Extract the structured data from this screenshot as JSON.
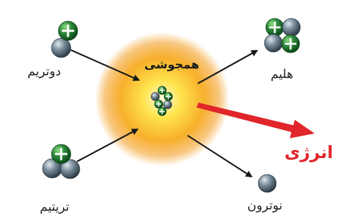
{
  "labels": {
    "deuterium": "دوتریم",
    "tritium": "تریتیم",
    "helium": "هلیم",
    "neutron": "نوترون",
    "fusion": "همجوشی",
    "energy": "انرژی"
  },
  "colors": {
    "proton": "#2e8b3e",
    "neutron_particle": "#6f8290",
    "glow_core": "#ffe44d",
    "glow_outer": "#f39b1c",
    "arrow": "#1a1a1a",
    "energy_arrow": "#e0262a",
    "energy_text": "#e0262a"
  },
  "icons": {
    "proton": "plus-sign",
    "neutron": "plain-sphere"
  }
}
